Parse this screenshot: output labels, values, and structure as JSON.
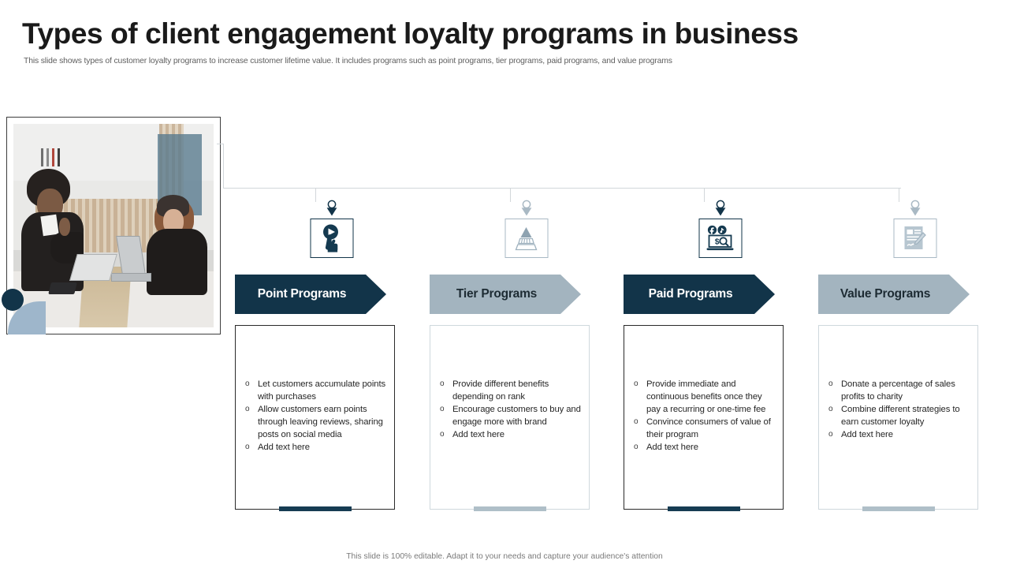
{
  "header": {
    "title": "Types of client engagement  loyalty programs in business",
    "subtitle": "This slide shows types of customer loyalty programs to increase customer lifetime value. It includes programs such as point programs, tier programs, paid programs, and value programs"
  },
  "photo": {
    "alt_label": "two businesswomen working with laptop and tablet at meeting table"
  },
  "colors": {
    "dark_navy": "#123449",
    "light_blue_gray": "#a3b4bf",
    "accent_bar_dark": "#163c53",
    "accent_bar_light": "#afbfc8",
    "connector": "#d2d7da",
    "deco_circle": "#123449",
    "deco_quarter": "#9eb6cb"
  },
  "columns": [
    {
      "id": "point-programs",
      "label": "Point Programs",
      "theme": "dark",
      "icon": "play-button-click-hand-icon",
      "bullets": [
        "Let customers accumulate points with purchases",
        "Allow customers earn points through leaving reviews,  sharing posts on social media",
        "Add text here"
      ]
    },
    {
      "id": "tier-programs",
      "label": "Tier Programs",
      "theme": "light",
      "icon": "pyramid-tier-icon",
      "bullets": [
        "Provide  different  benefits depending  on rank",
        "Encourage  customers to buy and engage more with brand",
        "Add text here"
      ]
    },
    {
      "id": "paid-programs",
      "label": "Paid Programs",
      "theme": "dark",
      "icon": "laptop-money-search-social-icon",
      "bullets": [
        "Provide  immediate  and continuous  benefits once they pay a recurring  or one-time fee",
        "Convince  consumers of value  of their program",
        "Add text here"
      ]
    },
    {
      "id": "value-programs",
      "label": "Value Programs",
      "theme": "light",
      "icon": "document-signature-icon",
      "bullets": [
        "Donate a percentage  of sales profits to charity",
        "Combine  different strategies to earn customer loyalty",
        "Add text here"
      ]
    }
  ],
  "footer": {
    "note": "This slide is 100% editable.  Adapt it to your needs and capture your audience's attention"
  }
}
